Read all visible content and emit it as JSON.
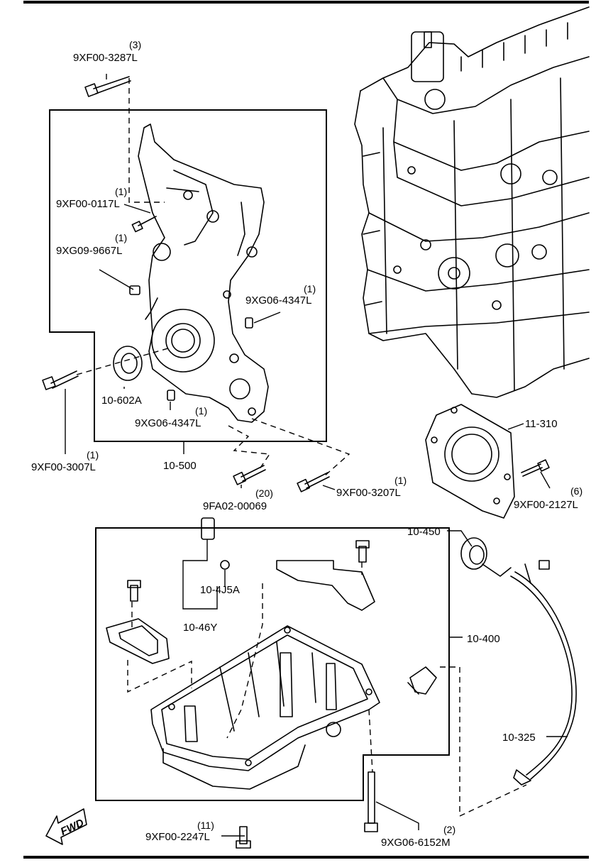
{
  "labels": {
    "p_9XF00_3287L": {
      "part": "9XF00-3287L",
      "qty": "(3)"
    },
    "p_9XF00_0117L": {
      "part": "9XF00-0117L",
      "qty": "(1)"
    },
    "p_9XG09_9667L": {
      "part": "9XG09-9667L",
      "qty": "(1)"
    },
    "p_9XG06_4347L_a": {
      "part": "9XG06-4347L",
      "qty": "(1)"
    },
    "p_10_602A": {
      "part": "10-602A"
    },
    "p_9XG06_4347L_b": {
      "part": "9XG06-4347L",
      "qty": "(1)"
    },
    "p_9XF00_3007L": {
      "part": "9XF00-3007L",
      "qty": "(1)"
    },
    "p_10_500": {
      "part": "10-500"
    },
    "p_9FA02_00069": {
      "part": "9FA02-00069",
      "qty": "(20)"
    },
    "p_9XF00_3207L": {
      "part": "9XF00-3207L",
      "qty": "(1)"
    },
    "p_11_310": {
      "part": "11-310"
    },
    "p_9XF00_2127L": {
      "part": "9XF00-2127L",
      "qty": "(6)"
    },
    "p_10_450": {
      "part": "10-450"
    },
    "p_10_4J5A": {
      "part": "10-4J5A"
    },
    "p_10_46Y": {
      "part": "10-46Y"
    },
    "p_10_400": {
      "part": "10-400"
    },
    "p_10_325": {
      "part": "10-325"
    },
    "p_9XF00_2247L": {
      "part": "9XF00-2247L",
      "qty": "(11)"
    },
    "p_9XG06_6152M": {
      "part": "9XG06-6152M",
      "qty": "(2)"
    }
  },
  "fwd_label": "FWD"
}
